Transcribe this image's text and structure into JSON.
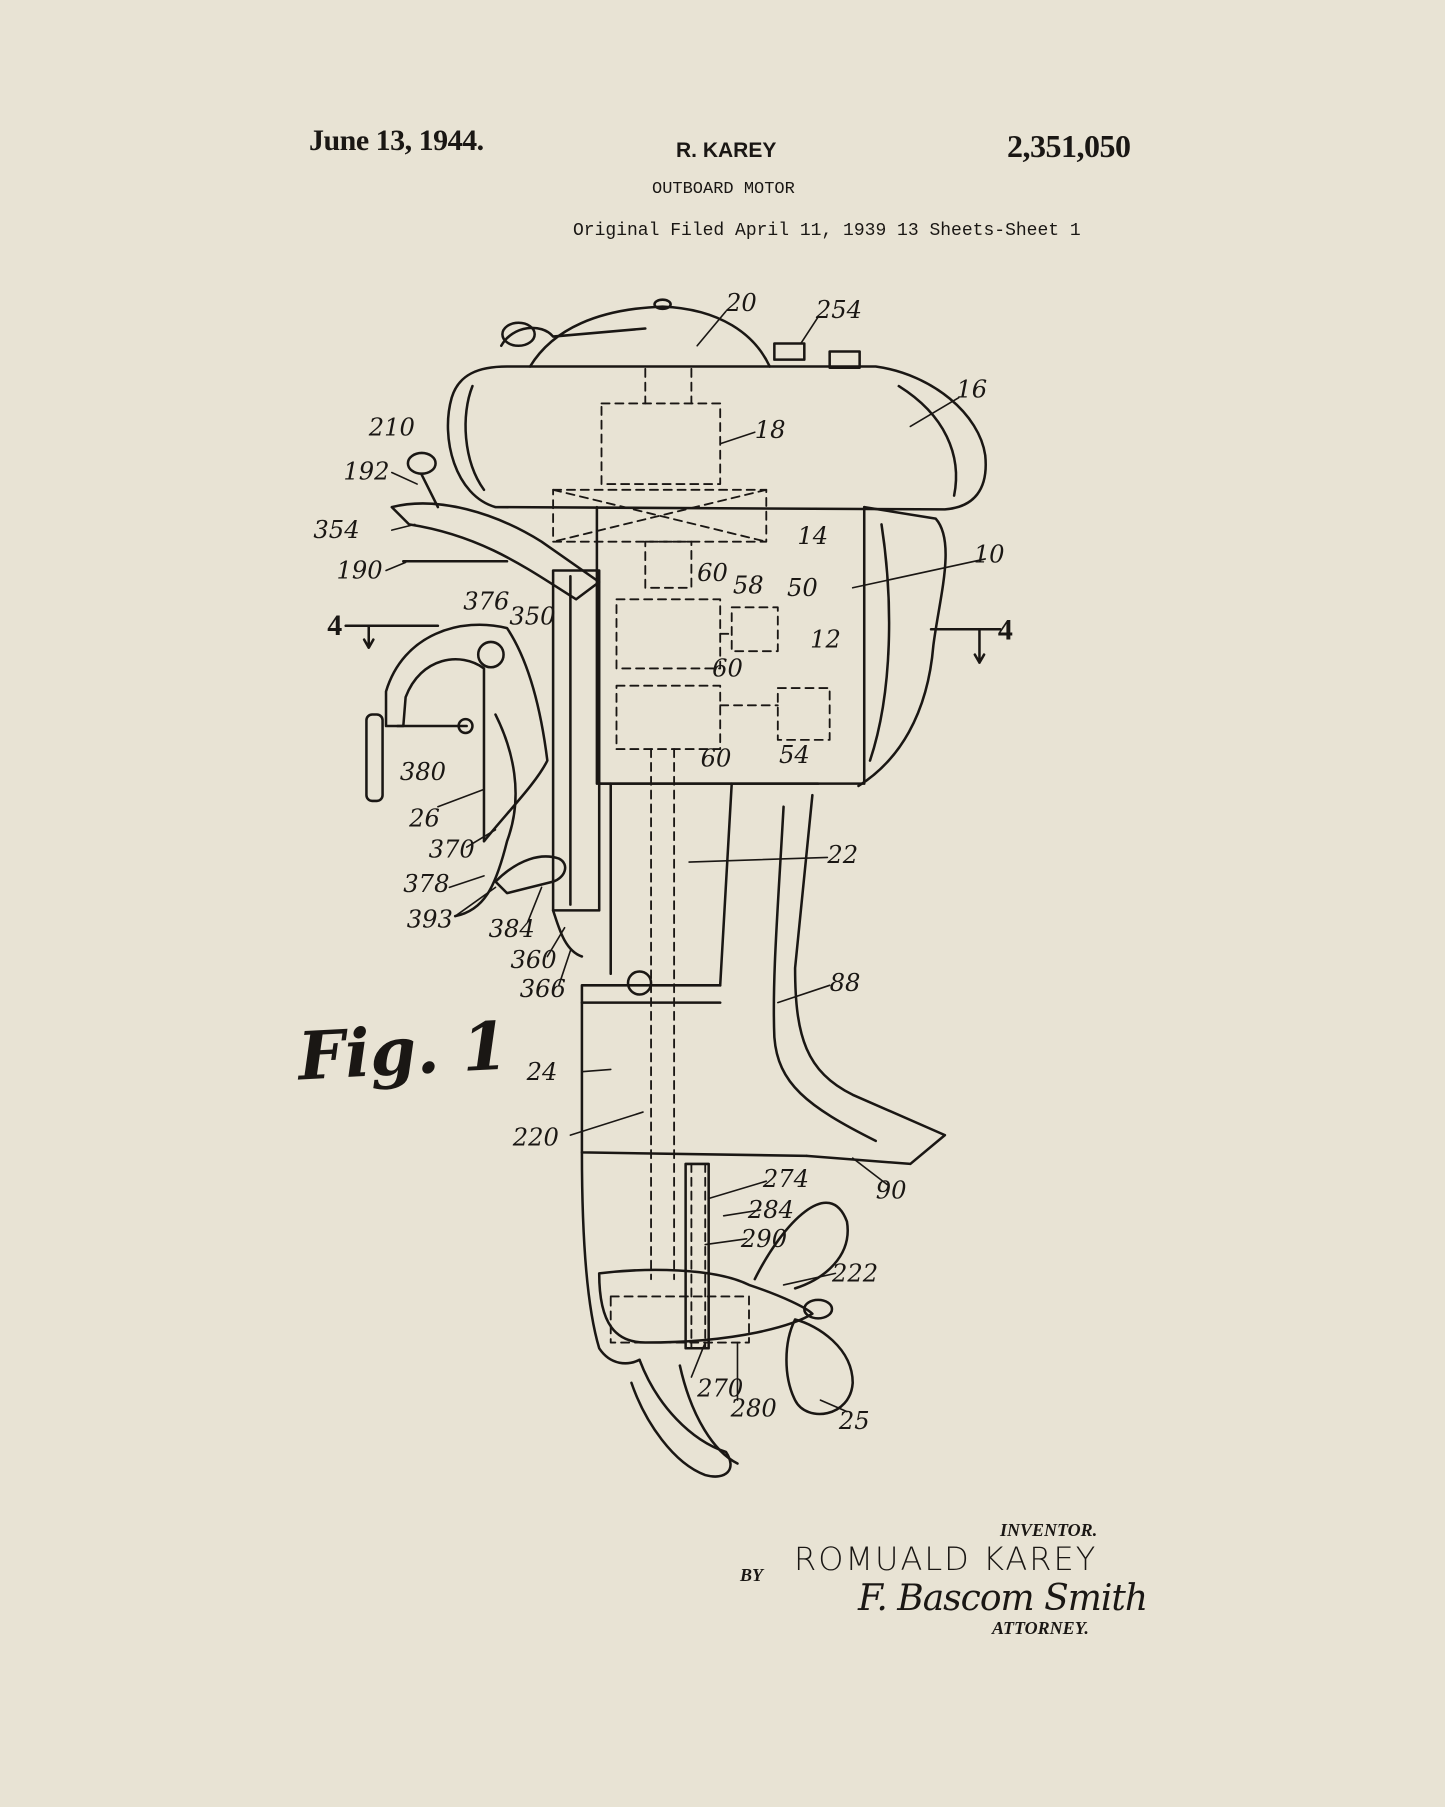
{
  "header": {
    "date": "June 13, 1944.",
    "inventor_surname": "R. KAREY",
    "patent_number": "2,351,050",
    "title": "OUTBOARD MOTOR",
    "filed": "Original Filed April 11, 1939  13 Sheets-Sheet 1"
  },
  "drawing": {
    "figure_label": "Fig. 1",
    "section_marks": [
      "4",
      "4"
    ],
    "labels": [
      "20",
      "254",
      "16",
      "18",
      "210",
      "192",
      "354",
      "14",
      "190",
      "10",
      "60",
      "58",
      "50",
      "376",
      "350",
      "12",
      "60",
      "380",
      "60",
      "54",
      "26",
      "370",
      "22",
      "378",
      "393",
      "384",
      "360",
      "366",
      "88",
      "24",
      "220",
      "90",
      "274",
      "284",
      "290",
      "222",
      "270",
      "280",
      "25"
    ]
  },
  "footer": {
    "inventor_caption": "INVENTOR.",
    "inventor_name": "ROMUALD  KAREY",
    "by": "BY",
    "attorney_signature": "F. Bascom Smith",
    "attorney_caption": "ATTORNEY."
  },
  "colors": {
    "paper": "#e8e3d4",
    "ink": "#1a1714"
  }
}
